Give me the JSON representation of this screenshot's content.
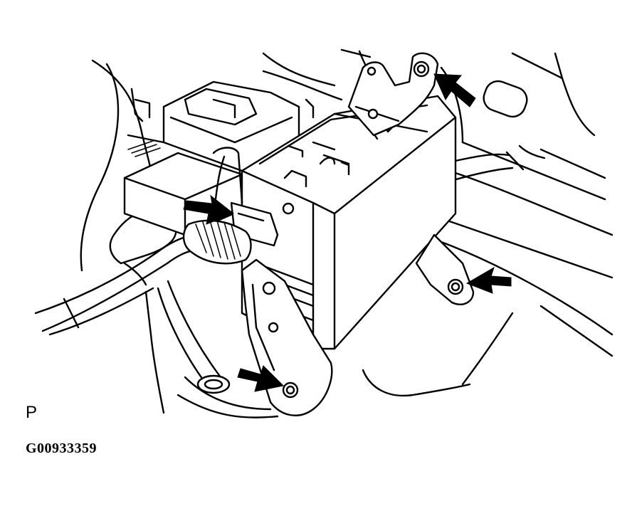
{
  "figure": {
    "view_label": "P",
    "figure_code": "G00933359"
  },
  "arrows": [
    {
      "id": "arrow-connector",
      "points_to": "connector"
    },
    {
      "id": "arrow-top-bolt",
      "points_to": "bolt"
    },
    {
      "id": "arrow-right-bolt",
      "points_to": "bolt"
    },
    {
      "id": "arrow-bottom-bolt",
      "points_to": "bolt"
    }
  ],
  "colors": {
    "ink": "#000000",
    "paper": "#ffffff"
  }
}
